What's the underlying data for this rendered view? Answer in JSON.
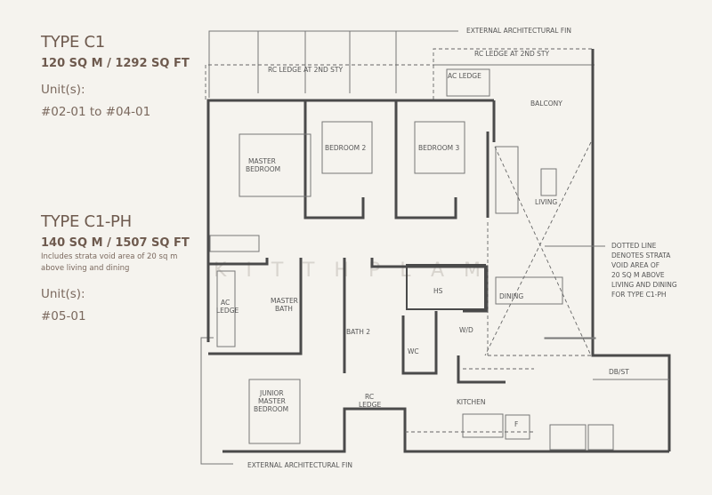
{
  "type_c1": {
    "title": "TYPE C1",
    "area": "120 SQ M / 1292 SQ FT",
    "units_label": "Unit(s):",
    "units": "#02-01 to #04-01"
  },
  "type_c1_ph": {
    "title": "TYPE C1-PH",
    "area": "140 SQ M / 1507 SQ FT",
    "note_line1": "Includes strata void area of 20 sq m",
    "note_line2": "above living and dining",
    "units_label": "Unit(s):",
    "units": "#05-01"
  },
  "plan": {
    "fin_top": "EXTERNAL ARCHITECTURAL FIN",
    "fin_bottom": "EXTERNAL ARCHITECTURAL FIN",
    "rc_ledge_2nd_left": "RC LEDGE AT 2ND STY",
    "rc_ledge_2nd_right": "RC LEDGE AT 2ND STY",
    "ac_ledge_top": "AC LEDGE",
    "balcony": "BALCONY",
    "master_bedroom_1": "MASTER",
    "master_bedroom_2": "BEDROOM",
    "bedroom2": "BEDROOM 2",
    "bedroom3": "BEDROOM 3",
    "living": "LIVING",
    "ac_ledge_1": "AC",
    "ac_ledge_2": "LEDGE",
    "master_bath_1": "MASTER",
    "master_bath_2": "BATH",
    "hs": "HS",
    "dining": "DINING",
    "bath2": "BATH 2",
    "wc": "WC",
    "wd": "W/D",
    "dbst": "DB/ST",
    "junior_1": "JUNIOR",
    "junior_2": "MASTER",
    "junior_3": "BEDROOM",
    "rc_ledge_1": "RC",
    "rc_ledge_2": "LEDGE",
    "kitchen": "KITCHEN",
    "fridge": "F",
    "void_note": [
      "DOTTED LINE",
      "DENOTES STRATA",
      "VOID AREA OF",
      "20 SQ M ABOVE",
      "LIVING AND DINING",
      "FOR TYPE C1-PH"
    ]
  },
  "watermark": "KITTHPLAM"
}
